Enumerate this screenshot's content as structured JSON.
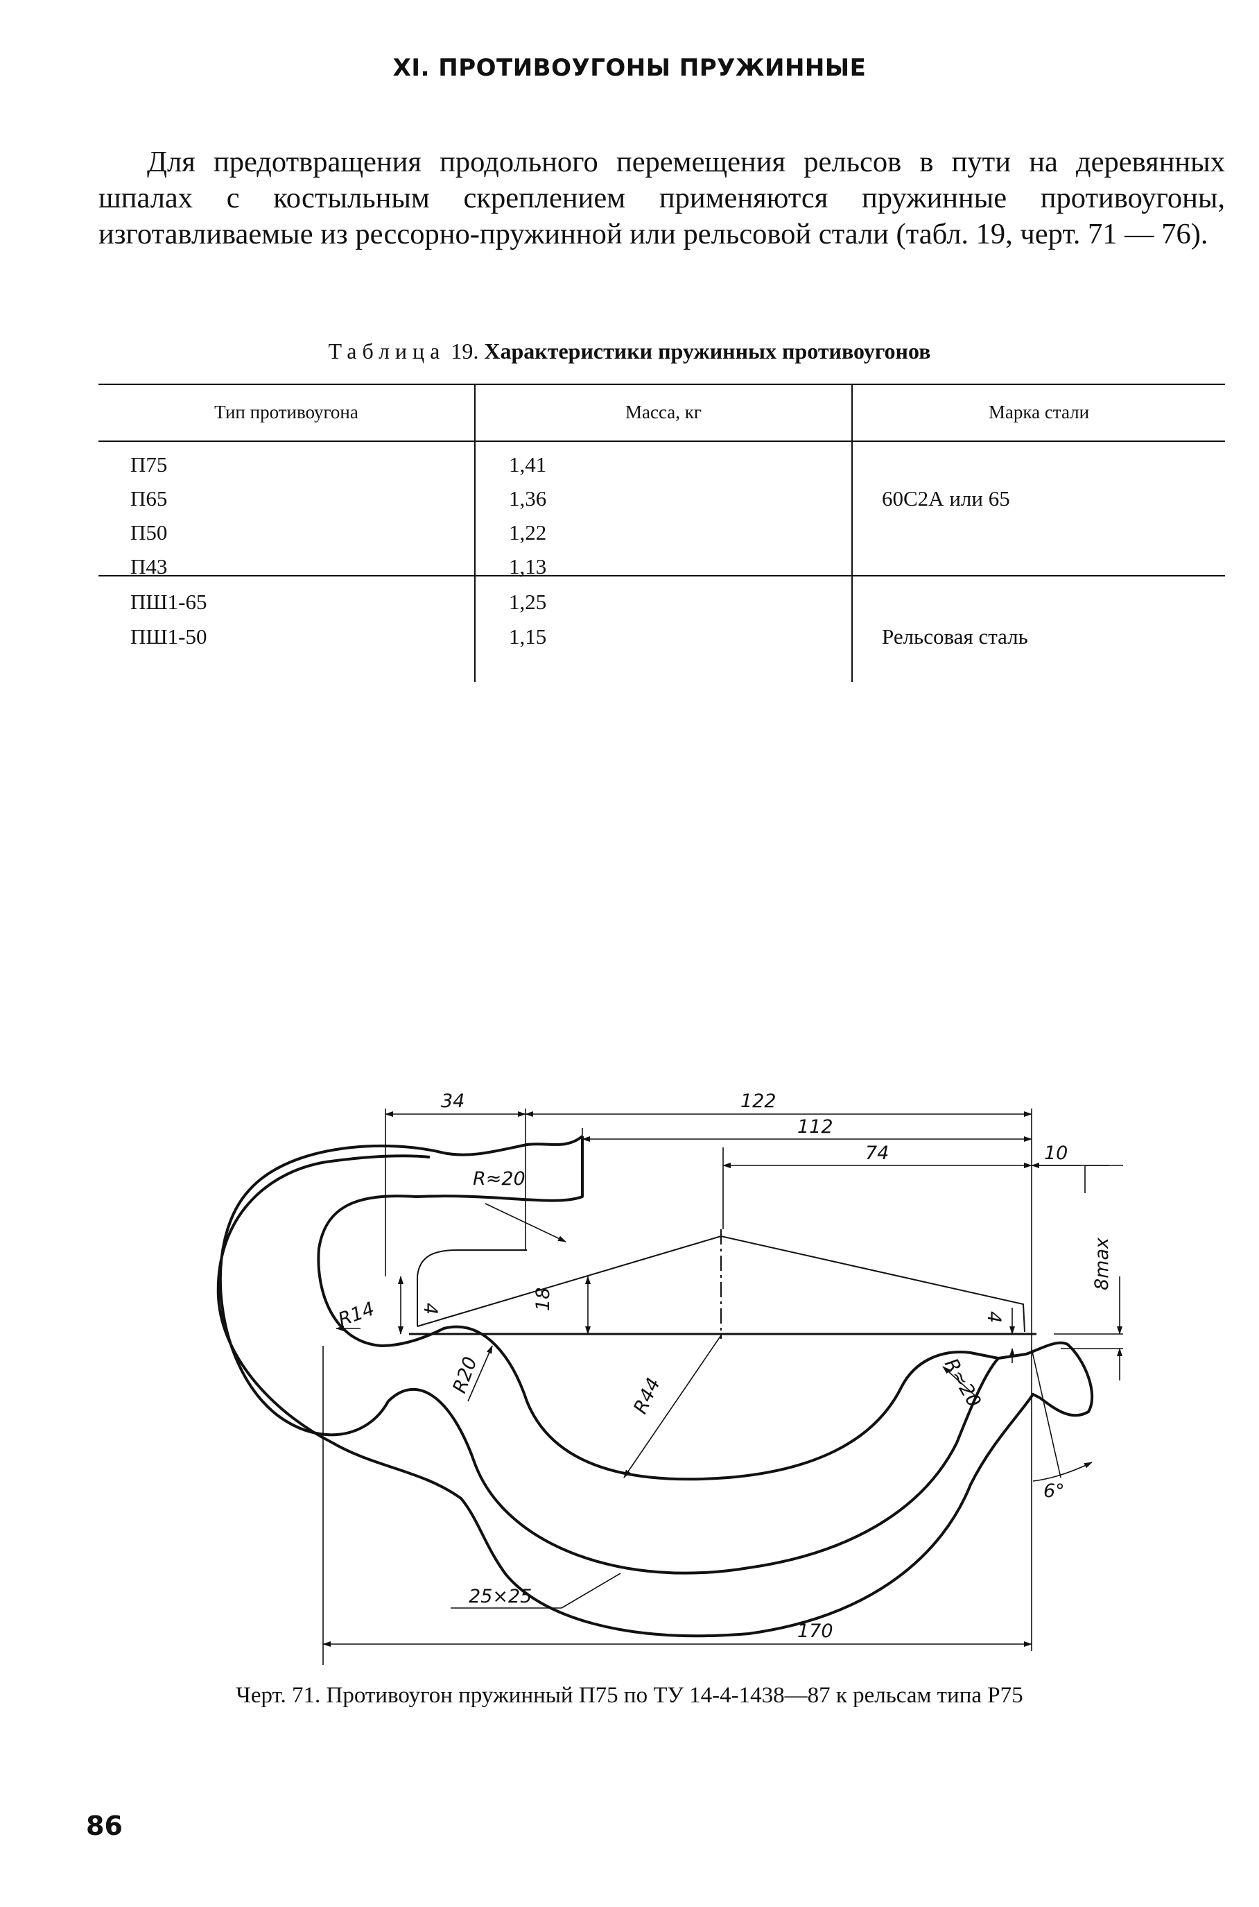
{
  "heading": "XI. ПРОТИВОУГОНЫ ПРУЖИННЫЕ",
  "intro": "Для предотвращения продольного перемещения рельсов в пути на деревянных шпалах с костыльным скреплением применяются пружинные противоугоны, изготавливаемые из рессорно-пружинной или рельсовой стали (табл. 19, черт. 71 — 76).",
  "table": {
    "caption_label": "Таблица",
    "caption_number": "19.",
    "caption_title": "Характеристики пружинных противоугонов",
    "headers": [
      "Тип противоугона",
      "Масса, кг",
      "Марка стали"
    ],
    "rows": [
      [
        "П75",
        "1,41"
      ],
      [
        "П65",
        "1,36"
      ],
      [
        "П50",
        "1,22"
      ],
      [
        "П43",
        "1,13"
      ],
      [
        "ПШ1-65",
        "1,25"
      ],
      [
        "ПШ1-50",
        "1,15"
      ]
    ],
    "group1_steel": "60С2А или 65",
    "group2_steel": "Рельсовая сталь"
  },
  "drawing": {
    "dims": {
      "d34": "34",
      "d122": "122",
      "d112": "112",
      "d74": "74",
      "d10": "10",
      "d8max": "8max",
      "d4a": "4",
      "d18": "18",
      "d4b": "4",
      "r20a": "R≈20",
      "r14": "R14",
      "r20": "R20",
      "r44": "R44",
      "r20b": "R≈20",
      "a6": "6°",
      "d25x25": "25×25",
      "d170": "170"
    }
  },
  "figure_caption": "Черт. 71. Противоугон пружинный П75 по ТУ 14-4-1438—87 к рельсам типа Р75",
  "page_number": "86"
}
